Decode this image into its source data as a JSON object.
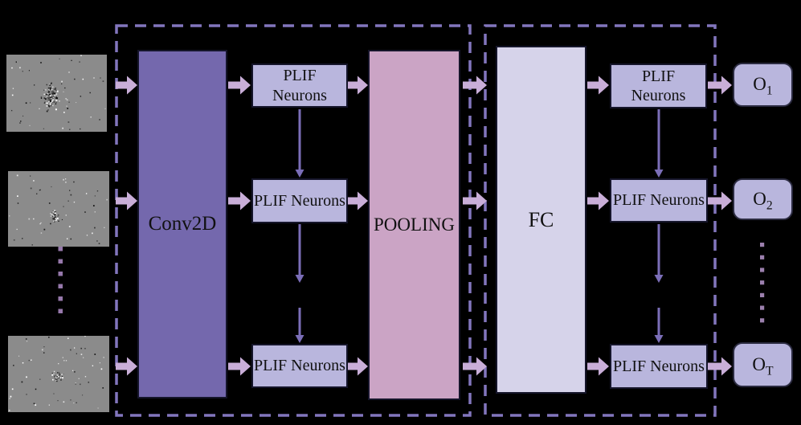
{
  "diagram": {
    "inputs": [
      {
        "name": "event-frame-t1"
      },
      {
        "name": "event-frame-t2"
      },
      {
        "name": "event-frame-tT"
      }
    ],
    "modules": {
      "conv": {
        "label": "Conv2D"
      },
      "pooling": {
        "label": "POOLING"
      },
      "fc": {
        "label": "FC"
      },
      "plif_left": [
        {
          "lines": [
            "PLIF",
            "Neurons"
          ]
        },
        {
          "lines": [
            "PLIF Neurons"
          ]
        },
        {
          "lines": [
            "PLIF Neurons"
          ]
        }
      ],
      "plif_right": [
        {
          "lines": [
            "PLIF",
            "Neurons"
          ]
        },
        {
          "lines": [
            "PLIF Neurons"
          ]
        },
        {
          "lines": [
            "PLIF Neurons"
          ]
        }
      ]
    },
    "outputs": [
      {
        "base": "O",
        "sub": "1"
      },
      {
        "base": "O",
        "sub": "2"
      },
      {
        "base": "O",
        "sub": "T"
      }
    ]
  },
  "colors": {
    "background": "#000000",
    "conv_fill": "#7468ad",
    "pooling_fill": "#cba4c5",
    "fc_fill": "#d6d3ea",
    "plif_fill": "#b9b6dd",
    "output_fill": "#b9b6dd",
    "block_arrow": "#c9aed8",
    "thin_arrow": "#7b6eb8",
    "dashed_border": "#8276bd",
    "dots_left": "#9678ab",
    "dots_right": "#9c80ae",
    "frame_gray": "#8b8b8b"
  }
}
